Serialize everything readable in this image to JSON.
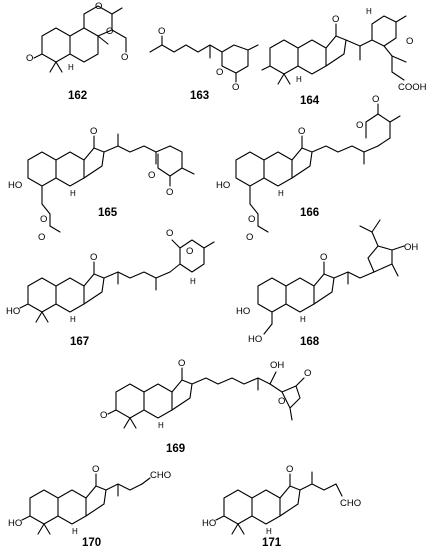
{
  "compounds": [
    {
      "id": "162",
      "atoms": [
        "O",
        "O",
        "O",
        "O",
        "H"
      ]
    },
    {
      "id": "163",
      "atoms": [
        "O",
        "O",
        "O"
      ]
    },
    {
      "id": "164",
      "atoms": [
        "O",
        "O",
        "COOH",
        "H",
        "H"
      ]
    },
    {
      "id": "165",
      "atoms": [
        "O",
        "HO",
        "O",
        "O",
        "O",
        "O",
        "H"
      ]
    },
    {
      "id": "166",
      "atoms": [
        "O",
        "HO",
        "O",
        "O",
        "O",
        "O",
        "H"
      ]
    },
    {
      "id": "167",
      "atoms": [
        "O",
        "O",
        "O",
        "HO",
        "H",
        "H"
      ]
    },
    {
      "id": "168",
      "atoms": [
        "O",
        "OH",
        "HO",
        "HO",
        "H"
      ]
    },
    {
      "id": "169",
      "atoms": [
        "O",
        "OH",
        "O",
        "O",
        "O",
        "H"
      ]
    },
    {
      "id": "170",
      "atoms": [
        "O",
        "CHO",
        "HO",
        "H"
      ]
    },
    {
      "id": "171",
      "atoms": [
        "O",
        "CHO",
        "HO",
        "H"
      ]
    }
  ]
}
